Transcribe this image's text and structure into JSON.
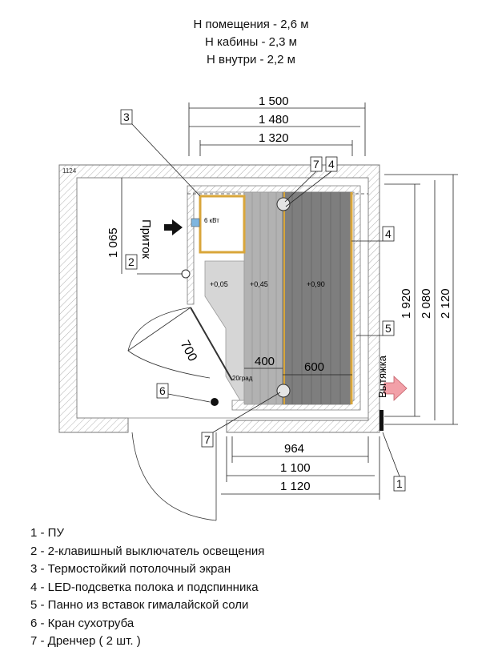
{
  "header": {
    "line1": "H помещения - 2,6 м",
    "line2": "H кабины - 2,3 м",
    "line3": "H внутри - 2,2 м"
  },
  "plan": {
    "room_code": "1124",
    "supply_label": "Приток",
    "exhaust_label": "Вытяжка",
    "heater_label": "6 кВт",
    "angle_label": "20град",
    "bench_levels": [
      "+0,05",
      "+0,45",
      "+0,90"
    ],
    "dims_top": [
      "1 500",
      "1 480",
      "1 320"
    ],
    "dims_bottom": [
      "964",
      "1 100",
      "1 120"
    ],
    "dims_right": [
      "1 920",
      "2 080",
      "2 120"
    ],
    "dim_left": "1 065",
    "dim_door": "700",
    "dim_bench_400": "400",
    "dim_bench_600": "600",
    "callouts": [
      "1",
      "2",
      "3",
      "4",
      "5",
      "6",
      "7"
    ]
  },
  "legend": [
    "1 - ПУ",
    "2 - 2-клавишный выключатель освещения",
    "3 - Термостойкий потолочный экран",
    "4 - LED-подсветка полока и подспинника",
    "5 - Панно из вставок гималайской соли",
    "6 - Кран сухотруба",
    "7 - Дренчер ( 2 шт. )"
  ],
  "colors": {
    "wall_hatch": "#9a9a9a",
    "heater_box": "#d9a63a",
    "bench_light": "#d6d6d6",
    "bench_mid": "#b2b2b2",
    "bench_dark": "#7e7e7e",
    "exhaust_arrow": "#f2a0a8",
    "heater_sensor": "#7fb6e0"
  }
}
